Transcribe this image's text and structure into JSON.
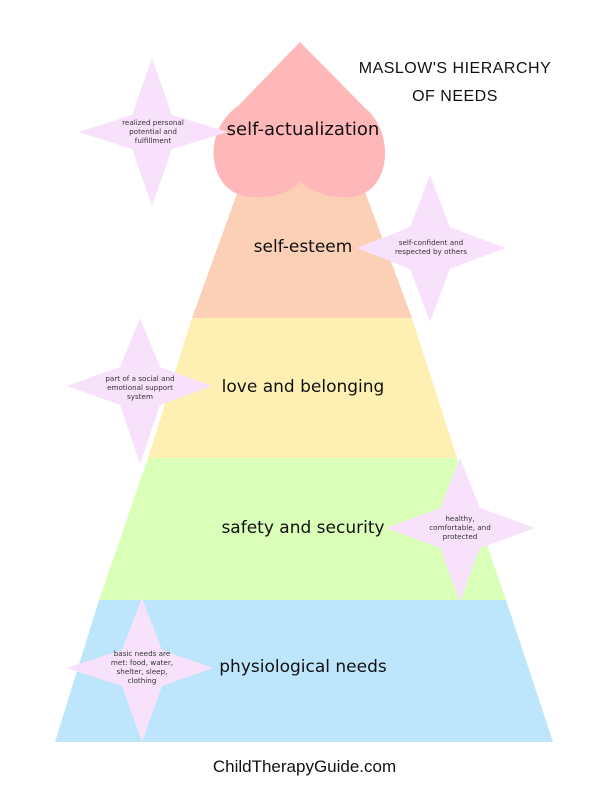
{
  "title": {
    "line1": "MASLOW'S HIERARCHY",
    "line2": "OF NEEDS"
  },
  "levels": [
    {
      "label": "self-actualization",
      "color": "#ffb8ba",
      "note": "realized personal potential and fulfillment"
    },
    {
      "label": "self-esteem",
      "color": "#fbd0b7",
      "note": "self-confident and respected by others"
    },
    {
      "label": "love and belonging",
      "color": "#fdf0b2",
      "note": "part of a social and emotional support system"
    },
    {
      "label": "safety and security",
      "color": "#d9ffb8",
      "note": "healthy, comfortable, and protected"
    },
    {
      "label": "physiological needs",
      "color": "#bde5fb",
      "note": "basic needs are met: food, water, shelter, sleep, clothing"
    }
  ],
  "star_color": "#f8e2fb",
  "footer": "ChildTherapyGuide.com"
}
